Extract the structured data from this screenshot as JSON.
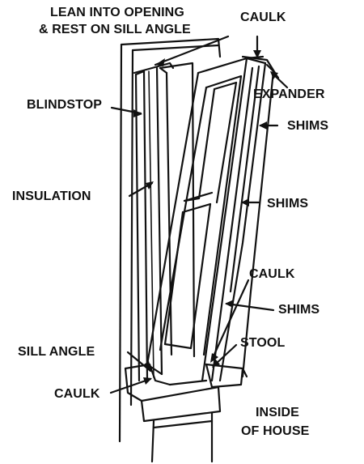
{
  "labels": {
    "lean_line1": "LEAN INTO OPENING",
    "lean_line2": "& REST ON SILL ANGLE",
    "caulk_top": "CAULK",
    "expander": "EXPANDER",
    "blindstop": "BLINDSTOP",
    "shims_upper": "SHIMS",
    "insulation": "INSULATION",
    "shims_middle": "SHIMS",
    "caulk_middle": "CAULK",
    "shims_lower": "SHIMS",
    "stool": "STOOL",
    "sill_angle": "SILL ANGLE",
    "caulk_bottom": "CAULK",
    "inside_line1": "INSIDE",
    "inside_line2": "OF HOUSE"
  }
}
